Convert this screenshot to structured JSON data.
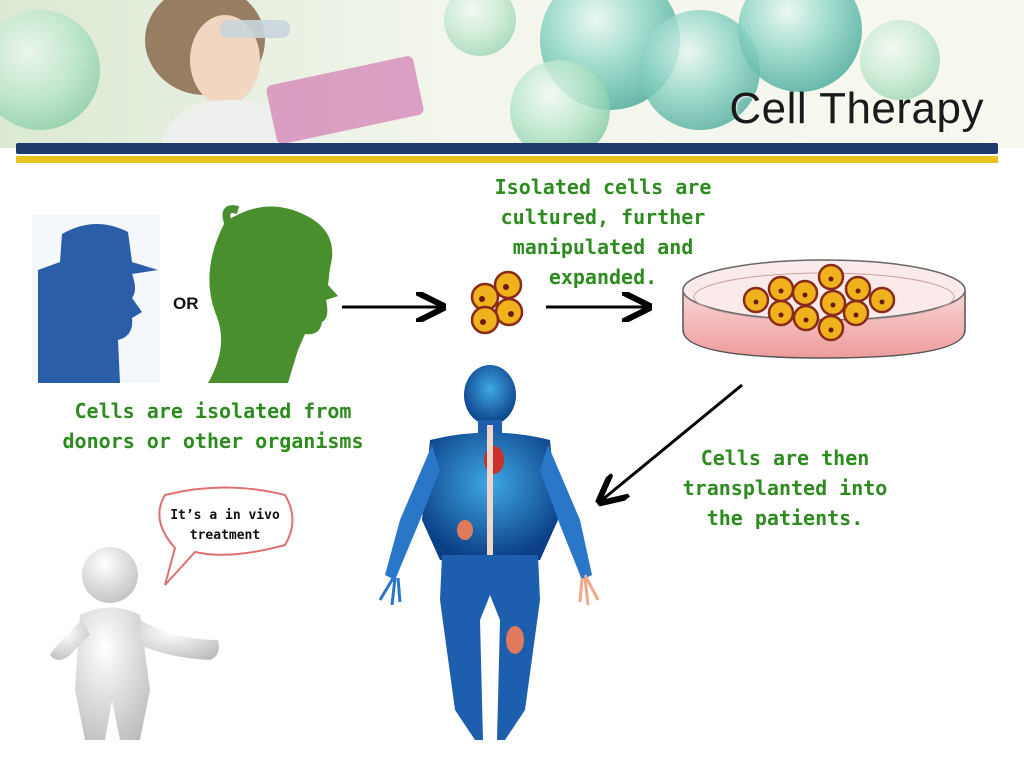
{
  "slide": {
    "title": "Cell Therapy"
  },
  "labels": {
    "isolated": "Isolated cells are cultured, further manipulated and expanded.",
    "donors": "Cells are isolated from donors or other organisms",
    "or": "OR",
    "transplant": "Cells are then transplanted into the patients.",
    "speech": "It’s a in vivo treatment"
  },
  "icons": {
    "man": "man-silhouette-icon",
    "woman": "woman-silhouette-icon",
    "cells": "cell-cluster-icon",
    "dish": "petri-dish-icon",
    "body": "human-anatomy-icon",
    "figure": "thinking-figure-icon"
  },
  "colors": {
    "green_text": "#2e8b1f",
    "man_blue": "#2a5ea8",
    "woman_green": "#4a8f2e",
    "cell_orange": "#f0b21c",
    "rule_blue": "#1f3b6e",
    "rule_gold": "#e7c21e"
  }
}
